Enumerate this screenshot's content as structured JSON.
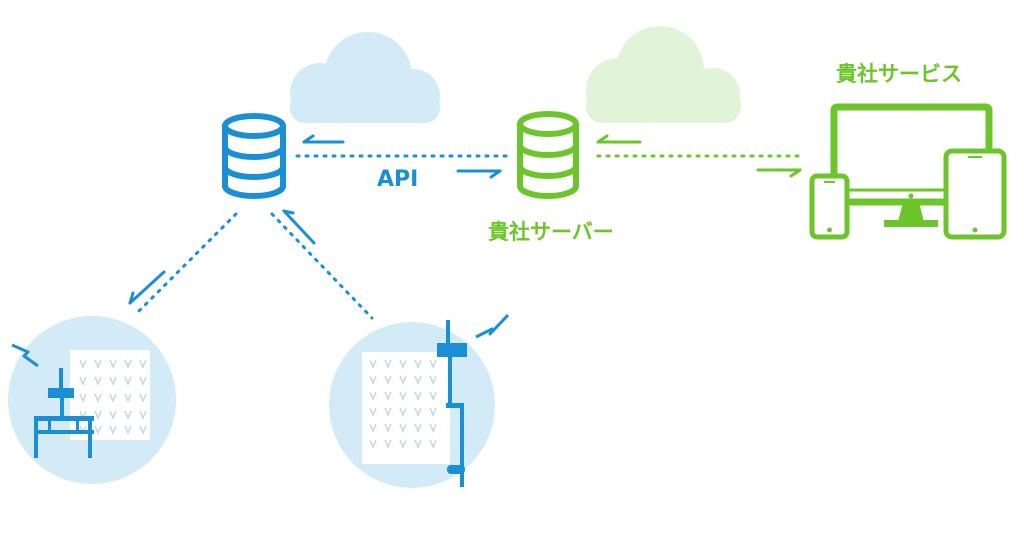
{
  "labels": {
    "api": "API",
    "company_server": "貴社サーバー",
    "company_service": "貴社サービス"
  },
  "colors": {
    "blue": "#1a8fd6",
    "light_blue": "#d3eaf7",
    "green": "#6cc62b",
    "light_green": "#e2f4d8"
  },
  "icons": [
    "cloud",
    "database",
    "arrow",
    "sensor-station",
    "field-plot",
    "monitor",
    "phone",
    "tablet"
  ]
}
